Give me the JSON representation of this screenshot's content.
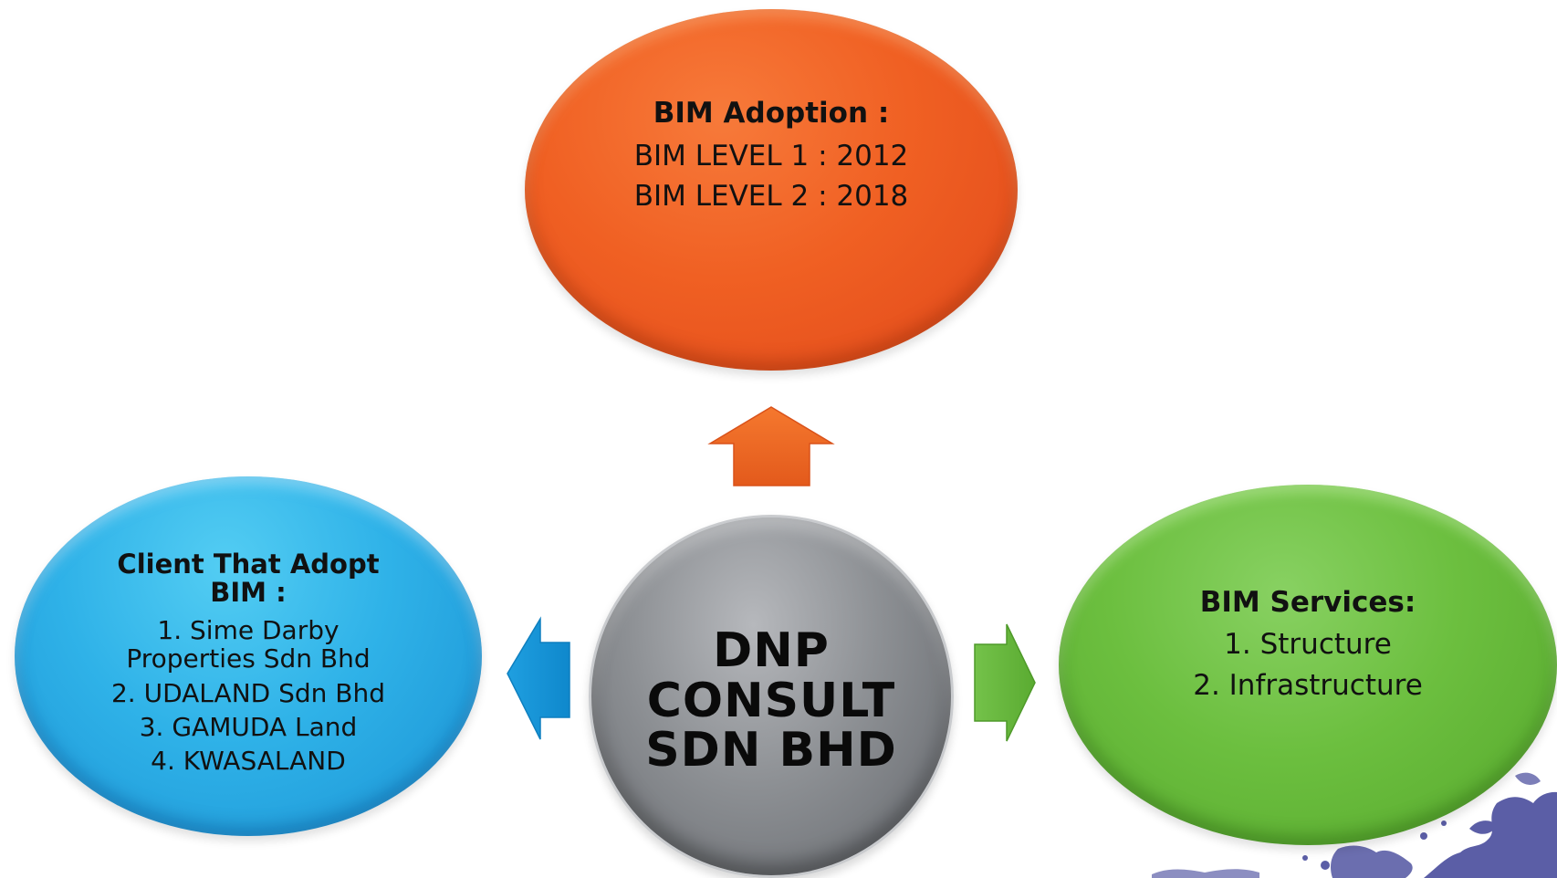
{
  "center": {
    "line1": "DNP",
    "line2": "CONSULT",
    "line3": "SDN BHD"
  },
  "top_bubble": {
    "heading": "BIM Adoption :",
    "items": [
      "BIM LEVEL 1 : 2012",
      "BIM LEVEL 2 : 2018"
    ]
  },
  "left_bubble": {
    "heading_line1": "Client That Adopt",
    "heading_line2": "BIM  :",
    "items": [
      "1. Sime Darby",
      "Properties Sdn Bhd",
      "2. UDALAND Sdn Bhd",
      "3. GAMUDA Land",
      "4. KWASALAND"
    ]
  },
  "right_bubble": {
    "heading": "BIM Services:",
    "items": [
      "1. Structure",
      "2. Infrastructure"
    ]
  },
  "colors": {
    "orange": "#f06023",
    "blue": "#2fb2e8",
    "green": "#6cbf3f",
    "grey": "#8d9094",
    "map": "#5b5ea6"
  },
  "icons": [
    "up-arrow-icon",
    "left-arrow-icon",
    "right-arrow-icon",
    "map-silhouette-icon"
  ]
}
